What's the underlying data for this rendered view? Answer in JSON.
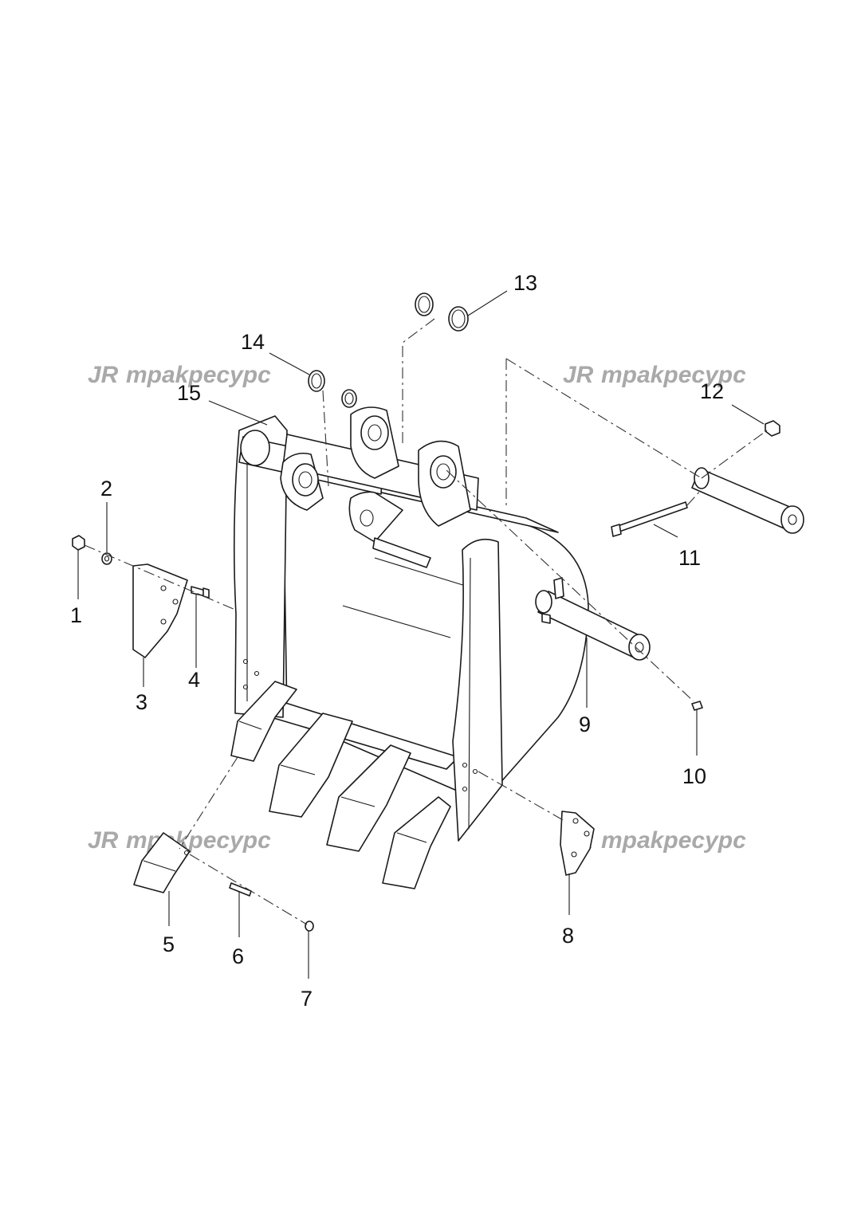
{
  "watermark": {
    "text": "трakpecypc",
    "logo": "JR"
  },
  "callouts": [
    "1",
    "2",
    "3",
    "4",
    "5",
    "6",
    "7",
    "8",
    "9",
    "10",
    "11",
    "12",
    "13",
    "14",
    "15"
  ],
  "colors": {
    "line": "#1a1a1a",
    "watermark": "#a9a9a9",
    "background": "#ffffff"
  }
}
